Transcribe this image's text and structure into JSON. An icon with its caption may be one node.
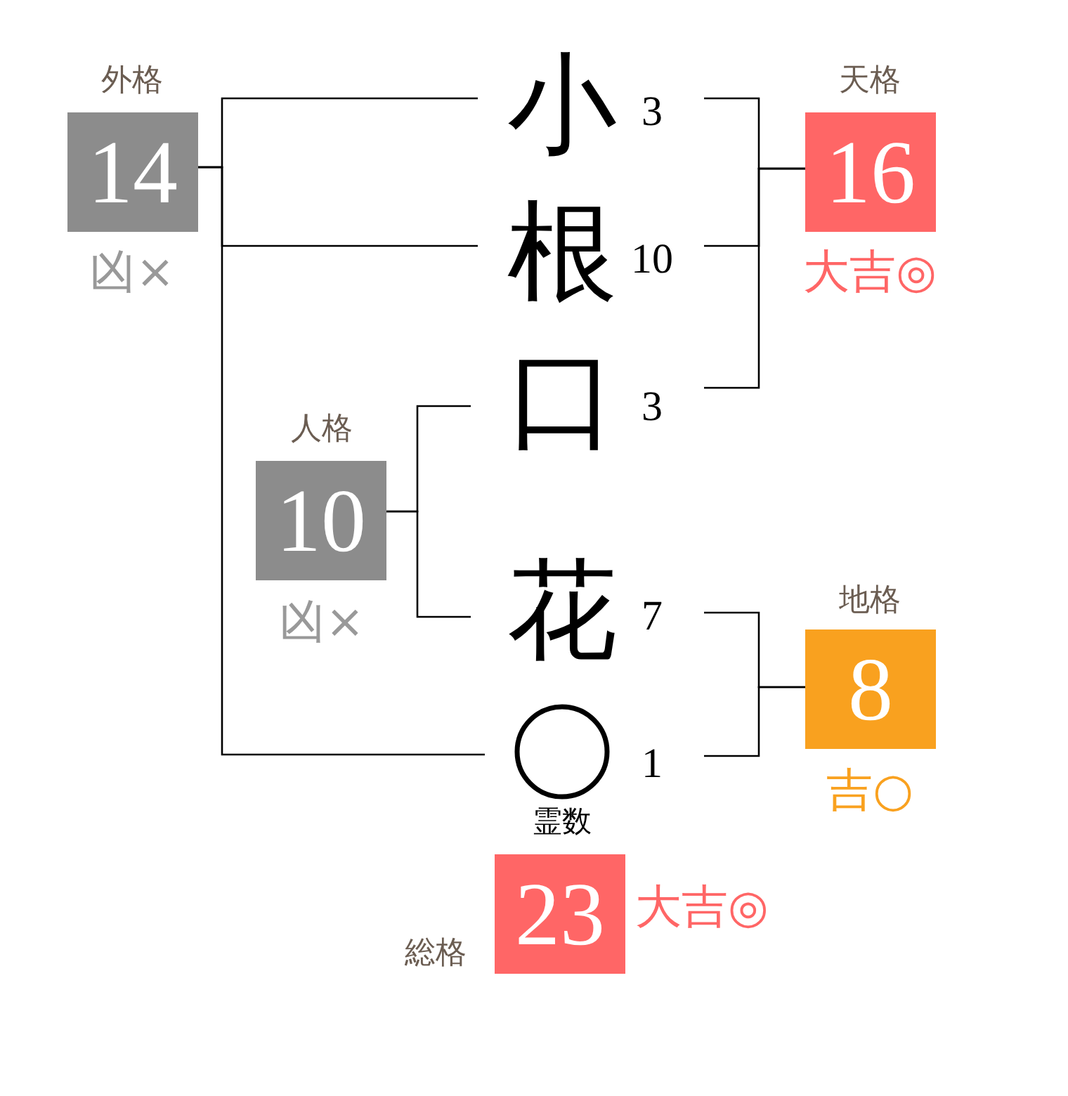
{
  "diagram": {
    "nodes": [
      {
        "text": [
          "外格",
          "14"
        ],
        "beside": [
          "凶×"
        ]
      },
      {
        "text": [
          "小"
        ],
        "beside": [
          "3"
        ]
      },
      {
        "text": [
          "天格",
          "16"
        ],
        "beside": [
          "大吉◎"
        ]
      },
      {
        "text": [
          "根"
        ],
        "beside": [
          "10"
        ]
      },
      {
        "text": [
          "口"
        ],
        "beside": [
          "3"
        ]
      },
      {
        "text": [
          "人格",
          "10"
        ],
        "beside": [
          "凶×"
        ]
      },
      {
        "text": [
          "花"
        ],
        "beside": [
          "7"
        ]
      },
      {
        "text": [
          "地格",
          "8"
        ],
        "beside": [
          "吉○"
        ]
      },
      {
        "text": [],
        "shape": "circle",
        "beside": [
          "1",
          "霊数"
        ]
      },
      {
        "text": [
          "総格",
          "23"
        ],
        "beside": [
          "大吉◎"
        ]
      }
    ],
    "edges": [
      {
        "from": 1,
        "to": 0,
        "arrow": "none"
      },
      {
        "from": 3,
        "to": 0,
        "arrow": "none"
      },
      {
        "from": 8,
        "to": 0,
        "arrow": "none"
      },
      {
        "from": 1,
        "to": 2,
        "arrow": "none"
      },
      {
        "from": 3,
        "to": 2,
        "arrow": "none"
      },
      {
        "from": 4,
        "to": 2,
        "arrow": "none"
      },
      {
        "from": 4,
        "to": 5,
        "arrow": "none"
      },
      {
        "from": 6,
        "to": 5,
        "arrow": "none"
      },
      {
        "from": 6,
        "to": 7,
        "arrow": "none"
      },
      {
        "from": 8,
        "to": 7,
        "arrow": "none"
      }
    ]
  }
}
